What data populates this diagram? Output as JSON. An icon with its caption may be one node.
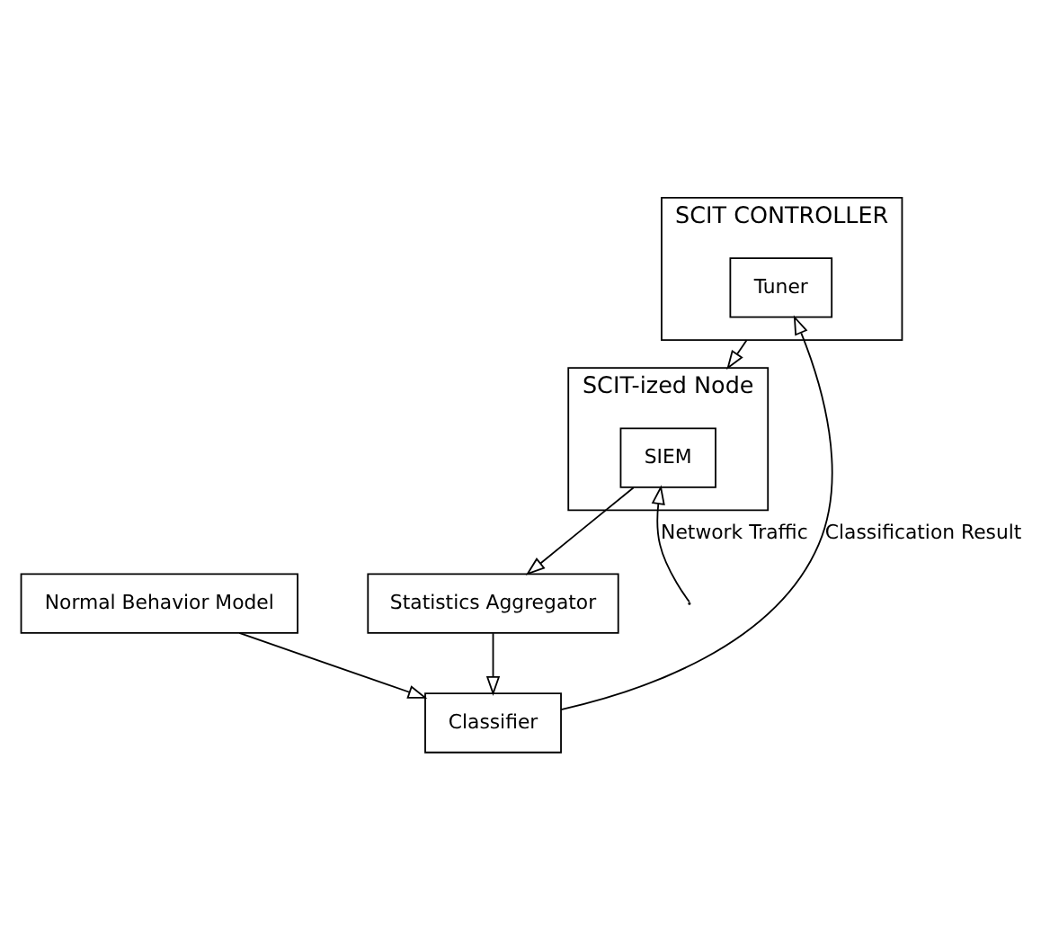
{
  "diagram": {
    "nodes": [
      {
        "text": [
          "SCIT-ized Node"
        ]
      },
      {
        "text": [
          "SIEM"
        ],
        "in": 0
      },
      {
        "text": [
          "Statistics Aggregator"
        ]
      },
      {
        "text": [
          "SCIT CONTROLLER"
        ]
      },
      {
        "text": [
          "Tuner"
        ],
        "in": 3
      },
      {
        "text": [
          "Normal Behavior Model"
        ]
      },
      {
        "text": [
          "Classifier"
        ]
      }
    ],
    "edges": [
      {
        "from": null,
        "to": 1,
        "arrow": "to",
        "label": "Network Traffic"
      },
      {
        "from": 1,
        "to": 2,
        "arrow": "to"
      },
      {
        "from": 2,
        "to": 6,
        "arrow": "to"
      },
      {
        "from": 5,
        "to": 6,
        "arrow": "to"
      },
      {
        "from": 6,
        "to": 4,
        "arrow": "to",
        "label": "Classification Result"
      },
      {
        "from": 3,
        "to": 0,
        "arrow": "to"
      }
    ]
  }
}
